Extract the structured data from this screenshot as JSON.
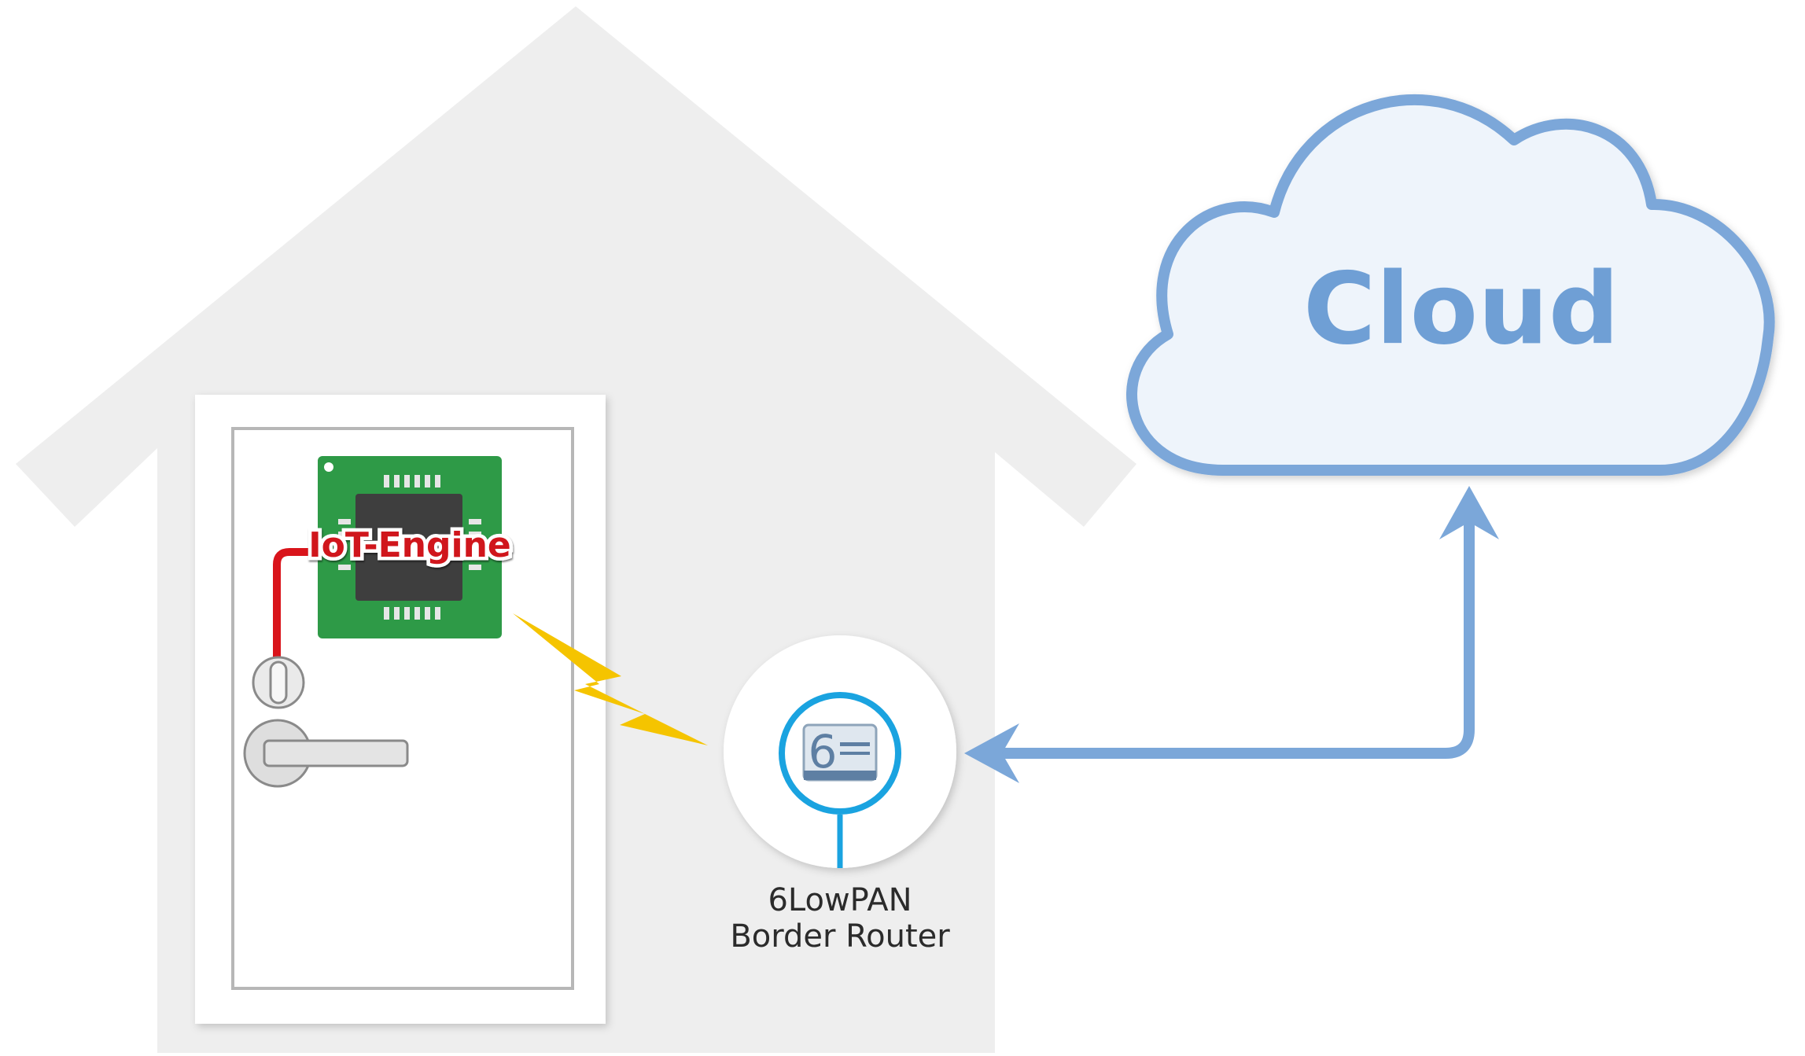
{
  "cloud": {
    "label": "Cloud",
    "color": "#7ba7d9",
    "fill": "#eef4fb",
    "text_color": "#6f9fd5"
  },
  "iot_engine": {
    "label": "IoT-Engine",
    "board_color": "#2e9a47",
    "label_color": "#d0161e"
  },
  "router": {
    "label_line1": "6LowPAN",
    "label_line2": "Border Router",
    "accent": "#1aa3e0"
  },
  "colors": {
    "house": "#eeeeee",
    "door": "#ffffff",
    "arrow": "#7ba7d9",
    "bolt": "#f5c400",
    "wire": "#d9141b"
  },
  "icons": [
    "house-shape",
    "door",
    "door-lock",
    "door-handle",
    "chip-icon",
    "lightning-bolt-icon",
    "router-icon",
    "cloud-icon",
    "arrow-icon"
  ]
}
